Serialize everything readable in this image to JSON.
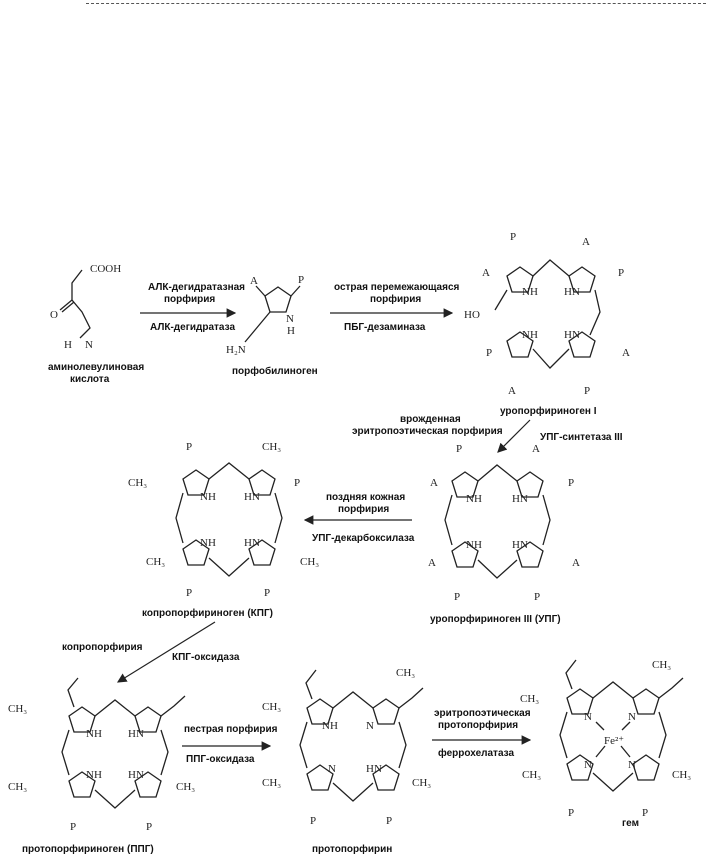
{
  "compounds": {
    "ala": {
      "cooh": "COOH",
      "o": "O",
      "nh2": "H",
      "nh2_n": "N",
      "name1": "аминолевулиновая",
      "name2": "кислота"
    },
    "pbg": {
      "a": "A",
      "p": "P",
      "nh": "N",
      "h": "H",
      "h2n": "H₂N",
      "name": "порфобилиноген"
    },
    "uroI": {
      "name": "уропорфириноген I"
    },
    "uroIII": {
      "name": "уропорфириноген III (УПГ)"
    },
    "copro": {
      "name": "копропорфириноген (КПГ)"
    },
    "proto_gen": {
      "name": "протопорфириноген (ППГ)"
    },
    "proto": {
      "name": "протопорфирин"
    },
    "heme": {
      "name": "гем",
      "metal": "Fe²⁺"
    }
  },
  "substituents": {
    "A": "A",
    "P": "P",
    "CH3": "CH₃",
    "NH": "NH",
    "HN": "HN",
    "N": "N",
    "HO": "HO"
  },
  "steps": [
    {
      "disease1": "АЛК-дегидратазная",
      "disease2": "порфирия",
      "enzyme": "АЛК-дегидратаза"
    },
    {
      "disease1": "острая перемежающаяся",
      "disease2": "порфирия",
      "enzyme": "ПБГ-дезаминаза"
    },
    {
      "disease1": "врожденная",
      "disease2": "эритропоэтическая порфирия",
      "enzyme": "УПГ-синтетаза III"
    },
    {
      "disease1": "поздняя кожная",
      "disease2": "порфирия",
      "enzyme": "УПГ-декарбоксилаза"
    },
    {
      "disease1": "копропорфирия",
      "enzyme": "КПГ-оксидаза"
    },
    {
      "disease1": "пестрая порфирия",
      "enzyme": "ППГ-оксидаза"
    },
    {
      "disease1": "эритропоэтическая",
      "disease2": "протопорфирия",
      "enzyme": "феррохелатаза"
    }
  ]
}
